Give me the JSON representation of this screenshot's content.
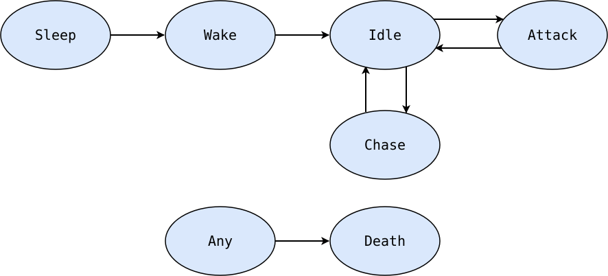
{
  "colors": {
    "node_fill": "#dae8fc",
    "node_stroke": "#000000",
    "edge_stroke": "#000000",
    "background": "#ffffff"
  },
  "nodes": {
    "sleep": "Sleep",
    "wake": "Wake",
    "idle": "Idle",
    "attack": "Attack",
    "chase": "Chase",
    "any": "Any",
    "death": "Death"
  },
  "edges": [
    {
      "from": "Sleep",
      "to": "Wake"
    },
    {
      "from": "Wake",
      "to": "Idle"
    },
    {
      "from": "Idle",
      "to": "Attack"
    },
    {
      "from": "Attack",
      "to": "Idle"
    },
    {
      "from": "Idle",
      "to": "Chase"
    },
    {
      "from": "Chase",
      "to": "Idle"
    },
    {
      "from": "Any",
      "to": "Death"
    }
  ]
}
